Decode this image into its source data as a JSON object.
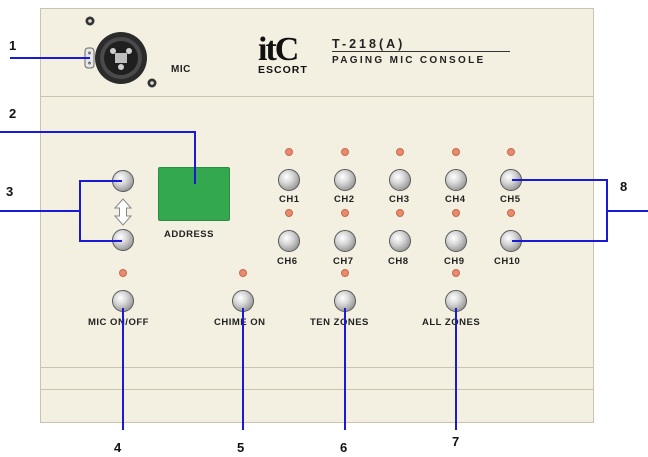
{
  "header": {
    "mic_label": "MIC",
    "logo": "itC",
    "logo_sub": "ESCORT",
    "model": "T-218(A)",
    "subtitle": "PAGING MIC CONSOLE"
  },
  "address_label": "ADDRESS",
  "channels_row1": [
    "CH1",
    "CH2",
    "CH3",
    "CH4",
    "CH5"
  ],
  "channels_row2": [
    "CH6",
    "CH7",
    "CH8",
    "CH9",
    "CH10"
  ],
  "functions": {
    "mic_on_off": "MIC ON/OFF",
    "chime_on": "CHIME ON",
    "ten_zones": "TEN ZONES",
    "all_zones": "ALL ZONES"
  },
  "callouts": [
    "1",
    "2",
    "3",
    "4",
    "5",
    "6",
    "7",
    "8"
  ],
  "colors": {
    "callout_line": "#1a1ad6",
    "address_display": "#33a84f",
    "indicator": "#e98a6c"
  },
  "icons": {
    "mic_connector": "xlr-connector-icon",
    "address_arrows": "up-down-arrow-icon"
  }
}
